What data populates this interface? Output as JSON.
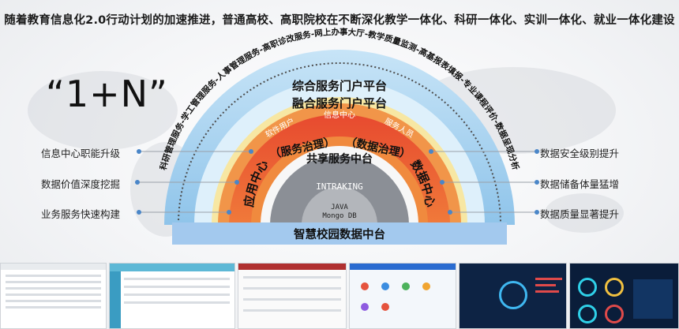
{
  "headline": "随着教育信息化2.0行动计划的加速推进，普通高校、高职院校在不断深化教学一体化、科研一体化、实训一体化、就业一体化建设",
  "brand": "“1+N”",
  "arc_services": "科研管理服务-学工管理服务-人事管理服务-高职诊改服务-网上办事大厅-教学质量监测-高基报表填报-专业课程评价-数据呈现分析",
  "ring_labels": {
    "outer_portal": "综合服务门户平台",
    "fusion_portal": "融合服务门户平台",
    "info_center": "信息中心",
    "software_users": "软件用户",
    "service_staff": "服务人员",
    "app_center": "应用中心",
    "data_center": "数据中心",
    "service_gov": "（服务治理）",
    "data_gov": "（数据治理）",
    "shared_platform": "共享服务中台",
    "intraking": "INTRAKING",
    "core": "JAVA\nMongo DB",
    "core_line1": "JAVA",
    "core_line2": "Mongo DB",
    "base": "智慧校园数据中台"
  },
  "left_items": [
    "信息中心职能升级",
    "数据价值深度挖掘",
    "业务服务快速构建"
  ],
  "right_items": [
    "数据安全级别提升",
    "数据储备体量猛增",
    "数据质量显著提升"
  ],
  "colors": {
    "outer_arc": "#a8d3f0",
    "portal_arc": "#d6eefb",
    "yellow_ring": "#f6e59a",
    "orange_ring": "#ef8a3c",
    "red_ring": "#e2452b",
    "inner_white": "#f7f7f7",
    "grey_dome": "#8b8f96",
    "core_dome": "#b3b6bb",
    "base_bar": "#a3c9ee",
    "dots": "#4a86c8"
  },
  "thumbnails": [
    "report-form",
    "data-table",
    "app-portal",
    "icon-portal",
    "dashboard-dark-1",
    "dashboard-dark-2"
  ]
}
